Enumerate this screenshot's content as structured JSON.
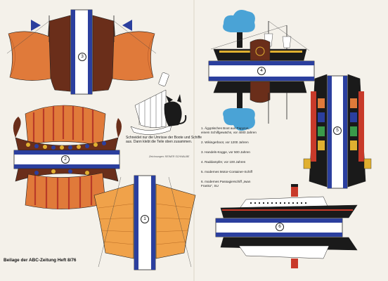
{
  "footer": "Beilage der ABC-Zeitung Heft 8/76",
  "instructions": "Schneidet nur die Umrisse der Boote und Schiffe aus. Dann klebt die Teile oben zusammen.",
  "credit": "Zeichnungen: REINER SCHWALBE",
  "markers": [
    "3",
    "2",
    "1",
    "4",
    "5",
    "6"
  ],
  "legend": [
    "1. Ägyptisches Boot aus Papyrus, einem Schilfgewächs, vor 4000 Jahren",
    "2. Wikingerboot, vor 1200 Jahren",
    "3. Handels-Kogge, vor 500 Jahren",
    "4. Raddampfer, vor 100 Jahren",
    "5. modernes Motor-Container-Schiff",
    "6. modernes Passagierschiff „Iwan Franko\", SU"
  ],
  "colors": {
    "paper": "#f4f1ea",
    "tab_blue": "#2b3f9e",
    "sail_orange": "#e07a3a",
    "hull_brown": "#6a2e1a",
    "ship_black": "#1a1a1a",
    "cloud_blue": "#4aa3d6"
  }
}
